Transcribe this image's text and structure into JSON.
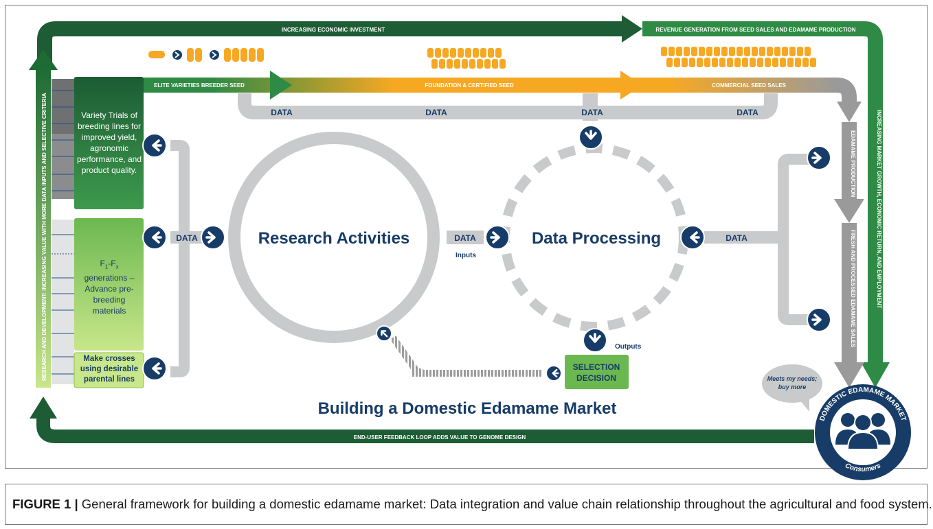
{
  "figure": {
    "title": "Building a Domestic Edamame Market",
    "caption_label": "FIGURE 1 |",
    "caption_text": " General framework for building a domestic edamame market: Data integration and value chain relationship throughout the agricultural and food system."
  },
  "loops": {
    "top_left": "INCREASING ECONOMIC INVESTMENT",
    "top_right": "REVENUE GENERATION FROM SEED SALES AND EDAMAME PRODUCTION",
    "left_vertical": "RESEARCH AND DEVELOPMENT: INCREASING VALUE WITH MORE DATA INPUTS AND SELECTIVE CRITERIA",
    "right_vertical": "INCREASING MARKET GROWTH, ECONOMIC RETURN, AND EMPLOYMENT",
    "bottom": "END-USER FEEDBACK LOOP ADDS VALUE TO GENOME DESIGN"
  },
  "seed_chain": {
    "elite": "ELITE VARIETIES BREEDER SEED",
    "foundation": "FOUNDATION & CERTIFIED SEED",
    "commercial": "COMMERCIAL SEED SALES",
    "edamame_production": "EDAMAME PRODUCTION",
    "fresh_sales": "FRESH AND PROCESSED EDAMAME SALES"
  },
  "data_labels": {
    "data": "DATA",
    "inputs": "Inputs",
    "outputs": "Outputs"
  },
  "circles": {
    "research": "Research Activities",
    "processing": "Data Processing"
  },
  "stages": {
    "variety_trials": "Variety Trials of breeding lines for improved yield, agronomic performance, and product quality.",
    "generations_prefix": "F",
    "generations_sub1": "1",
    "generations_mid": "-F",
    "generations_sub2": "x",
    "generations_rest": "generations – Advance pre-breeding materials",
    "crosses": "Make crosses using desirable parental lines"
  },
  "selection": {
    "line1": "SELECTION",
    "line2": "DECISION"
  },
  "market": {
    "ring_label": "DOMESTIC EDAMAME MARKET",
    "consumers": "Consumers",
    "speech": "Meets my needs; buy more"
  },
  "colors": {
    "dark_green": "#1d5c34",
    "mid_green": "#2e8a44",
    "light_green": "#a6d46a",
    "orange": "#f7a823",
    "gray": "#c9cacc",
    "navy": "#173c67"
  }
}
